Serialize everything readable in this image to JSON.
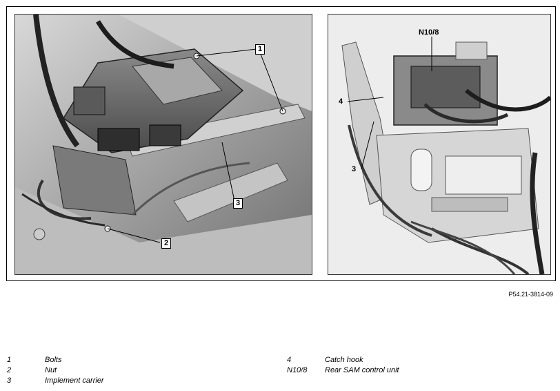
{
  "figure": {
    "code": "P54.21-3814-09",
    "callouts_left": [
      "1",
      "2",
      "3"
    ],
    "callouts_right": [
      "N10/8",
      "4",
      "3"
    ]
  },
  "legend": {
    "left": [
      {
        "num": "1",
        "label": "Bolts"
      },
      {
        "num": "2",
        "label": "Nut"
      },
      {
        "num": "3",
        "label": "Implement carrier"
      }
    ],
    "right": [
      {
        "num": "4",
        "label": "Catch hook"
      },
      {
        "num": "N10/8",
        "label": "Rear SAM control unit"
      }
    ]
  }
}
